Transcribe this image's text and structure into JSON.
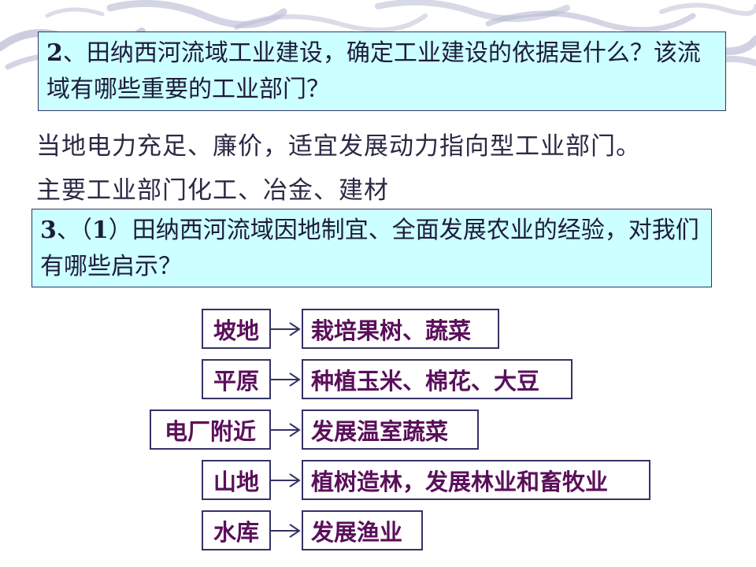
{
  "slide": {
    "q2": {
      "num": "2",
      "text": "、田纳西河流域工业建设，确定工业建设的依据是什么？该流域有哪些重要的工业部门？"
    },
    "answer_lines": [
      "当地电力充足、廉价，适宜发展动力指向型工业部门。",
      "主要工业部门化工、冶金、建材"
    ],
    "q3": {
      "num": "3",
      "sep": "、（",
      "sub": "1",
      "text": "）田纳西河流域因地制宜、全面发展农业的经验，对我们有哪些启示？"
    },
    "pairs": [
      {
        "left": "坡地",
        "right": "栽培果树、蔬菜"
      },
      {
        "left": "平原",
        "right": "种植玉米、棉花、大豆"
      },
      {
        "left": "电厂附近",
        "right": "发展温室蔬菜"
      },
      {
        "left": "山地",
        "right": "植树造林，发展林业和畜牧业"
      },
      {
        "left": "水库",
        "right": "发展渔业"
      }
    ],
    "colors": {
      "question_fill": "#ccffff",
      "border": "#333366",
      "pair_text": "#5a0f5a",
      "body_text": "#2a2a44"
    }
  }
}
